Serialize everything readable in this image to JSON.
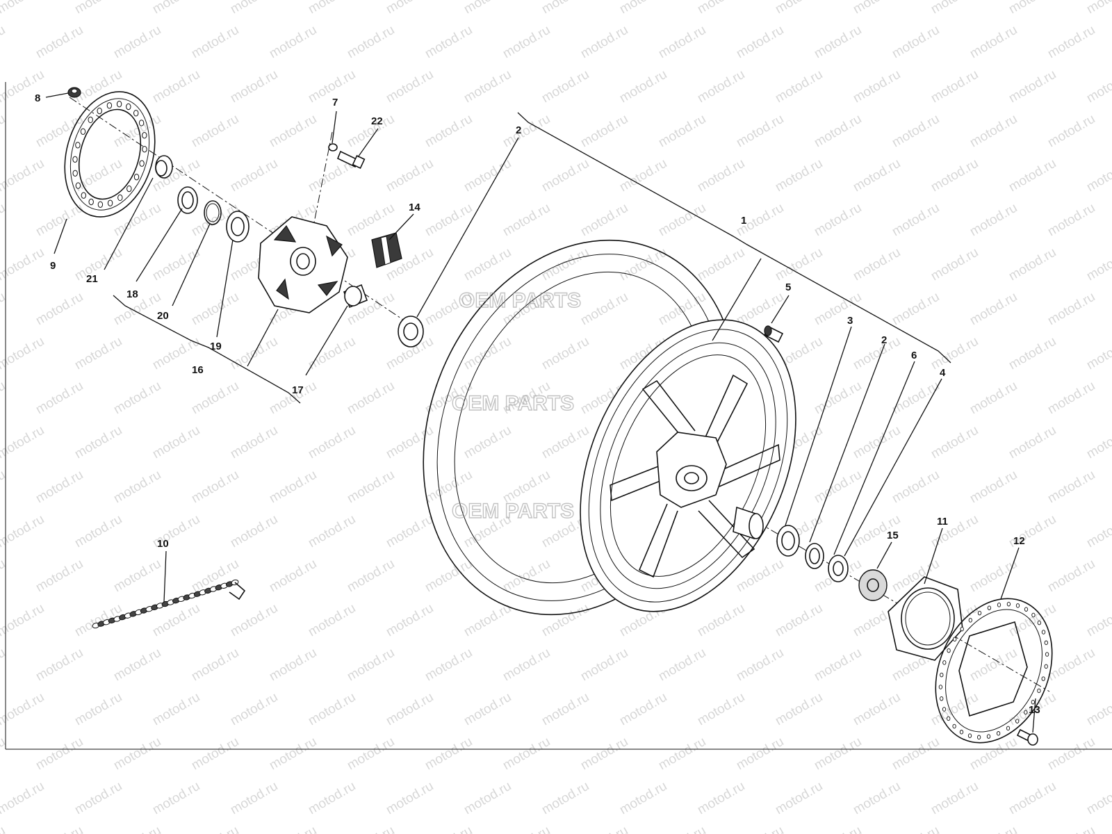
{
  "watermark": {
    "site_text": "motod.ru",
    "brand_text": "OEM PARTS"
  },
  "callouts": [
    {
      "id": "c1",
      "label": "1"
    },
    {
      "id": "c2a",
      "label": "2"
    },
    {
      "id": "c2b",
      "label": "2"
    },
    {
      "id": "c3",
      "label": "3"
    },
    {
      "id": "c4",
      "label": "4"
    },
    {
      "id": "c5",
      "label": "5"
    },
    {
      "id": "c6",
      "label": "6"
    },
    {
      "id": "c7",
      "label": "7"
    },
    {
      "id": "c8",
      "label": "8"
    },
    {
      "id": "c9",
      "label": "9"
    },
    {
      "id": "c10",
      "label": "10"
    },
    {
      "id": "c11",
      "label": "11"
    },
    {
      "id": "c12",
      "label": "12"
    },
    {
      "id": "c13",
      "label": "13"
    },
    {
      "id": "c14",
      "label": "14"
    },
    {
      "id": "c15",
      "label": "15"
    },
    {
      "id": "c16",
      "label": "16"
    },
    {
      "id": "c17",
      "label": "17"
    },
    {
      "id": "c18",
      "label": "18"
    },
    {
      "id": "c19",
      "label": "19"
    },
    {
      "id": "c20",
      "label": "20"
    },
    {
      "id": "c21",
      "label": "21"
    },
    {
      "id": "c22",
      "label": "22"
    }
  ]
}
